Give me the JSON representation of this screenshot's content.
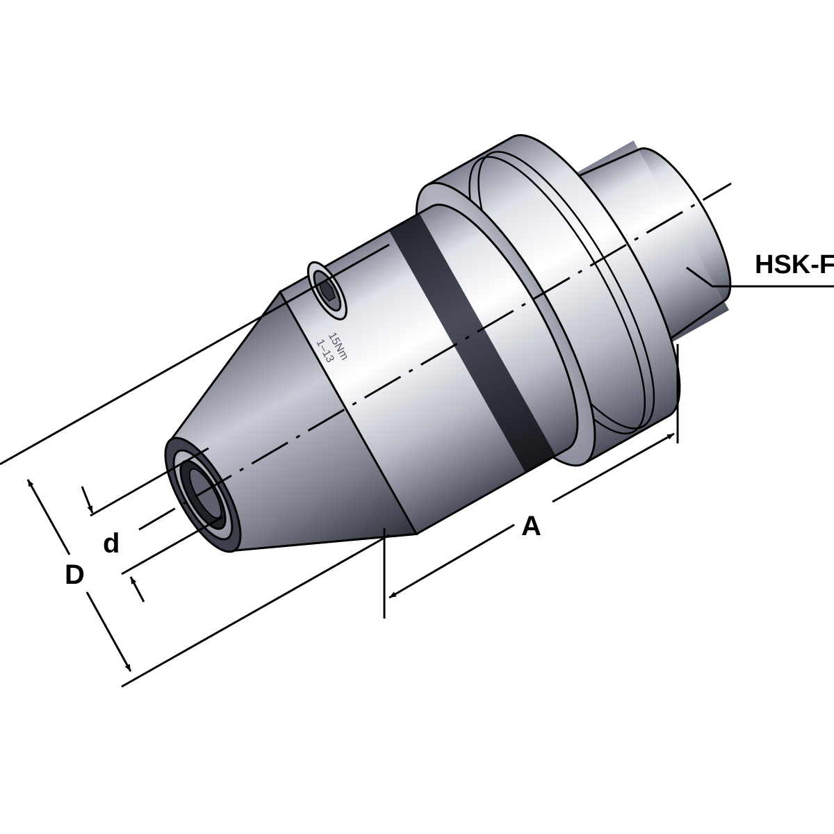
{
  "labels": {
    "shank_type": "HSK-F",
    "length": "A",
    "outer_diameter": "D",
    "clamp_diameter": "d"
  },
  "engraving": {
    "torque": "15Nm",
    "range": "1–13"
  },
  "colors": {
    "steel_light": "#f2f3f6",
    "steel_mid": "#a8acb8",
    "steel_dark": "#3c3f4c",
    "line": "#000000"
  }
}
